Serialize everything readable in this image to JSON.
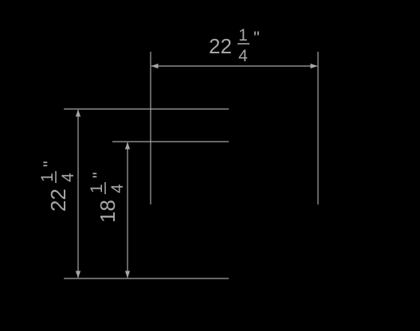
{
  "colors": {
    "background": "#000000",
    "line": "#a6a6a6",
    "text": "#a6a6a6"
  },
  "dimensions": {
    "width": {
      "whole": "22",
      "numerator": "1",
      "denominator": "4",
      "unit": "\""
    },
    "height_outer": {
      "whole": "22",
      "numerator": "1",
      "denominator": "4",
      "unit": "\""
    },
    "height_inner": {
      "whole": "18",
      "numerator": "1",
      "denominator": "4",
      "unit": "\""
    }
  }
}
